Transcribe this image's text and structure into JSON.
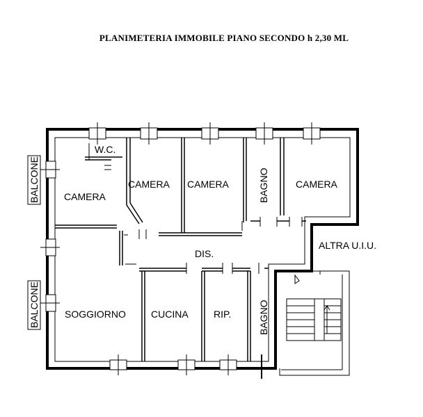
{
  "title": "PLANIMETERIA IMMOBILE PIANO SECONDO  h 2,30 ML",
  "rooms": {
    "wc": "W.C.",
    "camera_1": "CAMERA",
    "camera_2": "CAMERA",
    "camera_3": "CAMERA",
    "camera_4": "CAMERA",
    "bagno_1": "BAGNO",
    "bagno_2": "BAGNO",
    "dis": "DIS.",
    "soggiorno": "SOGGIORNO",
    "cucina": "CUCINA",
    "rip": "RIP.",
    "altra_uiu": "ALTRA U.I.U.",
    "balcone_1": "BALCONE",
    "balcone_2": "BALCONE"
  },
  "colors": {
    "wall": "#000000",
    "background": "#ffffff"
  }
}
